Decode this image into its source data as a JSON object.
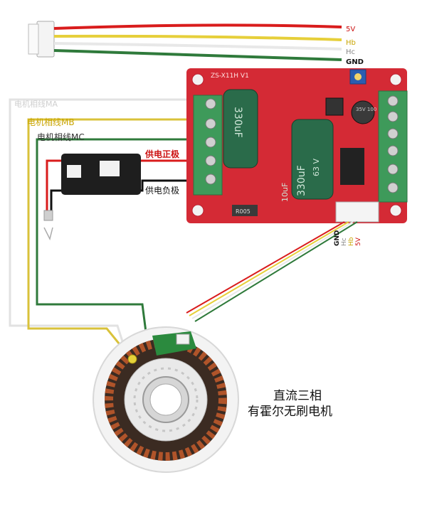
{
  "connector_labels": {
    "v5": "5V",
    "hb": "Hb",
    "hc": "Hc",
    "gnd": "GND"
  },
  "board_connector_labels": {
    "v5": "5V",
    "hb": "Hb",
    "hc": "Hc",
    "gnd": "GND"
  },
  "phase_labels": {
    "ma": "电机相线MA",
    "mb": "电机相线MB",
    "mc": "电机相线MC"
  },
  "power_labels": {
    "positive": "供电正极",
    "negative": "供电负极"
  },
  "board": {
    "model": "ZS-X11H V1",
    "cap_left": "330uF",
    "cap_right": "330uF",
    "cap_right_v": "63 V",
    "cap_right_small": "10uF",
    "resistor": "R005",
    "small_cap": "35V 100"
  },
  "motor_caption": {
    "line1": "直流三相",
    "line2": "有霍尔无刷电机"
  },
  "colors": {
    "board_red": "#d42a35",
    "terminal_green": "#3e9a5a",
    "wire_yellow": "#d9c23a",
    "wire_green": "#2f7a3b",
    "wire_red": "#d91c1c",
    "label_red": "#cc1111",
    "label_yellow": "#c9a400"
  }
}
